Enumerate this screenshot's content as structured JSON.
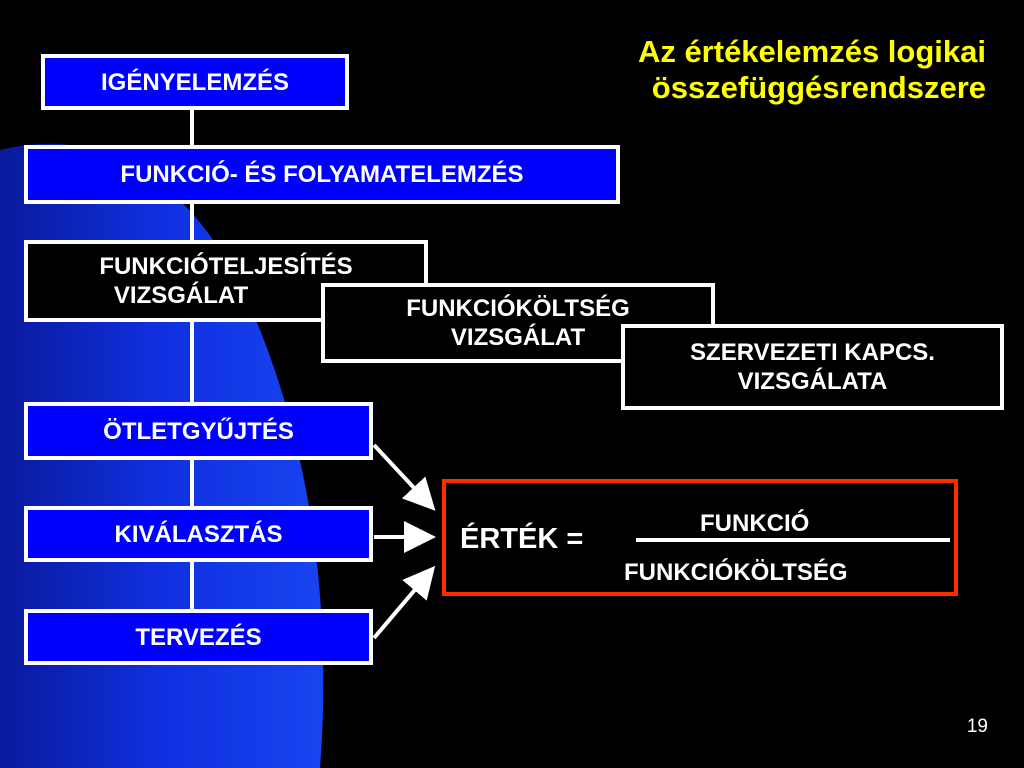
{
  "title": {
    "line1": "Az értékelemzés logikai",
    "line2": "összefüggésrendszere"
  },
  "boxes": {
    "igenyelemzes": "IGÉNYELEMZÉS",
    "funkcio_folyamat": "FUNKCIÓ- ÉS FOLYAMATELEMZÉS",
    "funkcioteljesites": {
      "line1": "FUNKCIÓTELJESÍTÉS",
      "line2": "VIZSGÁLAT"
    },
    "funkciokoltseg": {
      "line1": "FUNKCIÓKÖLTSÉG",
      "line2": "VIZSGÁLAT"
    },
    "szervezeti": {
      "line1": "SZERVEZETI KAPCS.",
      "line2": "VIZSGÁLATA"
    },
    "otletgyujtes": "ÖTLETGYŰJTÉS",
    "kivalasztas": "KIVÁLASZTÁS",
    "tervezes": "TERVEZÉS"
  },
  "formula": {
    "lhs": "ÉRTÉK =",
    "numerator": "FUNKCIÓ",
    "denominator": "FUNKCIÓKÖLTSÉG"
  },
  "page_number": "19",
  "colors": {
    "background": "#000000",
    "accent_blue": "#0000ff",
    "title_yellow": "#ffff00",
    "formula_border": "#ff2a00",
    "line_white": "#ffffff"
  }
}
